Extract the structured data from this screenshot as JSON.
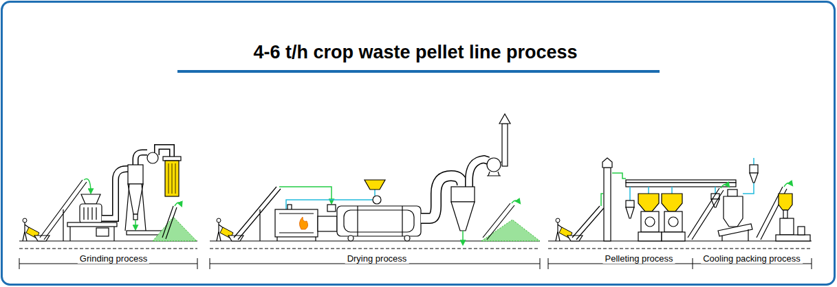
{
  "diagram": {
    "title": "4-6 t/h crop waste pellet line process",
    "labels": [
      "Grinding process",
      "Drying process",
      "Pelleting process",
      "Cooling packing process"
    ]
  }
}
